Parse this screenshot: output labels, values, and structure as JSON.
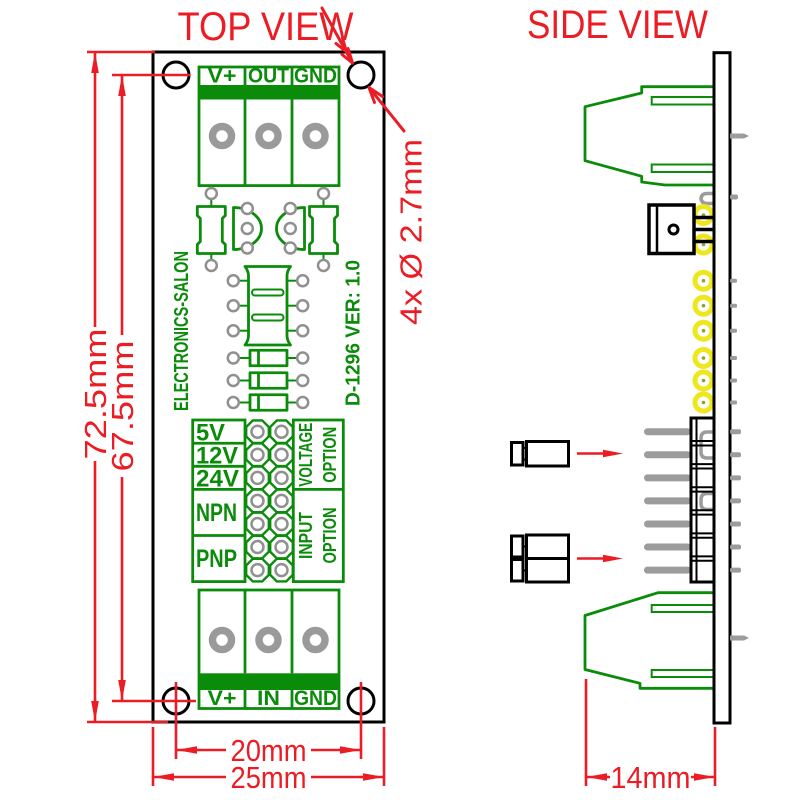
{
  "titles": {
    "top": "TOP VIEW",
    "side": "SIDE VIEW"
  },
  "dims": {
    "board_height": "72.5mm",
    "hole_pitch_v": "67.5mm",
    "hole_callout": "4x Ø 2.7mm",
    "hole_pitch_h": "20mm",
    "board_width": "25mm",
    "module_depth": "14mm"
  },
  "top_terminal": {
    "t1": "V+",
    "t2": "OUT",
    "t3": "GND"
  },
  "bottom_terminal": {
    "t1": "V+",
    "t2": "IN",
    "t3": "GND"
  },
  "jumper": {
    "v1": "5V",
    "v2": "12V",
    "v3": "24V",
    "i1": "NPN",
    "i2": "PNP",
    "voltage_label_1": "VOLTAGE",
    "voltage_label_2": "OPTION",
    "input_label_1": "INPUT",
    "input_label_2": "OPTION"
  },
  "silkscreen": {
    "brand": "ELECTRONICS-SALON",
    "model": "D-1296  VER: 1.0"
  },
  "colors": {
    "red": "#ec1c24",
    "green": "#0a8c0a",
    "pin_gray": "#9c9c9c",
    "pad_gray": "#909090",
    "screw_gray": "#9a9a9a",
    "yellow": "#efe71d",
    "black": "#000000"
  }
}
